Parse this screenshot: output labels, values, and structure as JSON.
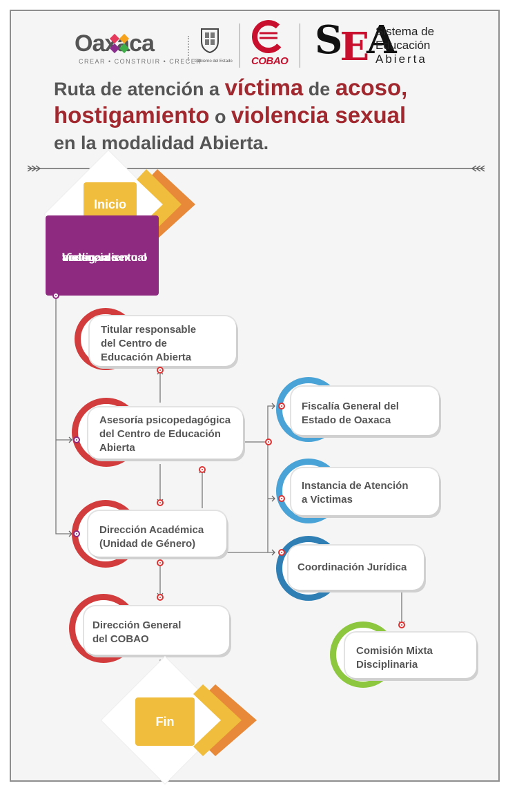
{
  "header": {
    "oaxaca_word": "Oaxaca",
    "oaxaca_tagline": "CREAR • CONSTRUIR • CRECER",
    "gobierno_text": "Gobierno del Estado",
    "cobao_text": "COBAO",
    "sea_mark": "SEA",
    "sea_line1": "Sistema de",
    "sea_line2": "Educación",
    "sea_line3": "Abierta"
  },
  "title": {
    "line1_a": "Ruta de atención a ",
    "line1_b": "víctima",
    "line1_c": " de ",
    "line1_d": "acoso,",
    "line2_a": "hostigamiento",
    "line2_b": " o ",
    "line2_c": "violencia sexual",
    "line3": "en la modalidad Abierta."
  },
  "nodes": {
    "inicio": "Inicio",
    "victima_line1": "Victima de",
    "victima_line2": "acoso,",
    "victima_line3": "hostigamiento o",
    "victima_line4": "violencia sexual",
    "titular_line1": "Titular responsable",
    "titular_line2": "del Centro de",
    "titular_line3": "Educación Abierta",
    "asesoria_line1": "Asesoría psicopedagógica",
    "asesoria_line2": "del Centro de Educación",
    "asesoria_line3": "Abierta",
    "direccion_line1": "Dirección Académica",
    "direccion_line2": "(Unidad de Género)",
    "general_line1": "Dirección General",
    "general_line2": "del COBAO",
    "fin": "Fin",
    "fiscalia_line1": "Fiscalía General del",
    "fiscalia_line2": "Estado de Oaxaca",
    "instancia_line1": "Instancia de Atención",
    "instancia_line2": "a Victimas",
    "coordinacion": "Coordinación Jurídica",
    "comision_line1": "Comisión Mixta",
    "comision_line2": "Disciplinaria"
  },
  "colors": {
    "red_ring": "#d33c3c",
    "blue_ring": "#4aa3d6",
    "green_ring": "#8dc63f",
    "purple": "#8e2a7f",
    "yellow": "#f0bd3c",
    "orange": "#e8893a",
    "title_red": "#a0282e"
  }
}
